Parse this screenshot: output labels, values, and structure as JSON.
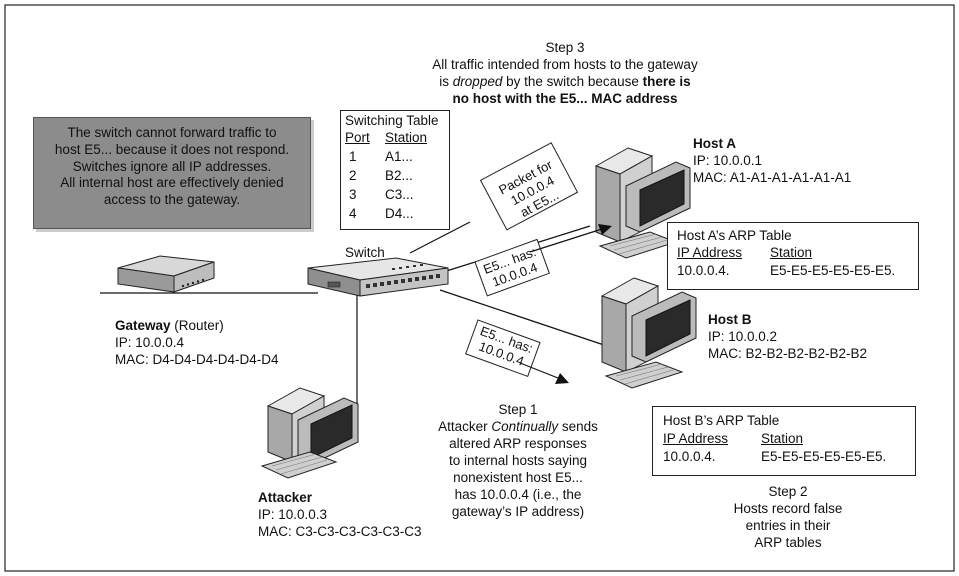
{
  "switch_label": "Switch",
  "step3": {
    "title": "Step 3",
    "line1": "All traffic intended from hosts to the gateway",
    "line2_pre": "is ",
    "line2_italic": "dropped",
    "line2_mid": " by the switch because ",
    "line2_bold": "there is",
    "line3_bold": "no host with the E5... MAC address"
  },
  "note": {
    "lines": [
      "The switch cannot forward traffic to",
      "host E5... because it does not respond.",
      "Switches ignore all IP addresses.",
      "All internal host are effectively denied",
      "access to the gateway."
    ]
  },
  "switching_table": {
    "title": "Switching Table",
    "col_port": "Port",
    "col_station": "Station",
    "rows": [
      {
        "port": "1",
        "station": "A1..."
      },
      {
        "port": "2",
        "station": "B2..."
      },
      {
        "port": "3",
        "station": "C3..."
      },
      {
        "port": "4",
        "station": "D4..."
      }
    ]
  },
  "host_a": {
    "name": "Host A",
    "ip": "IP: 10.0.0.1",
    "mac": "MAC: A1-A1-A1-A1-A1-A1",
    "arp": {
      "title": "Host A’s ARP Table",
      "col_ip": "IP Address",
      "col_station": "Station",
      "ip": "10.0.0.4.",
      "station": "E5-E5-E5-E5-E5-E5."
    }
  },
  "host_b": {
    "name": "Host B",
    "ip": "IP: 10.0.0.2",
    "mac": "MAC: B2-B2-B2-B2-B2-B2",
    "arp": {
      "title": "Host B’s ARP Table",
      "col_ip": "IP Address",
      "col_station": "Station",
      "ip": "10.0.0.4.",
      "station": "E5-E5-E5-E5-E5-E5."
    }
  },
  "gateway": {
    "name": "Gateway",
    "role": " (Router)",
    "ip": "IP: 10.0.0.4",
    "mac": "MAC: D4-D4-D4-D4-D4-D4"
  },
  "attacker": {
    "name": "Attacker",
    "ip": "IP: 10.0.0.3",
    "mac": "MAC: C3-C3-C3-C3-C3-C3"
  },
  "packet_label": {
    "line1": "Packet for",
    "line2": "10.0.0.4",
    "line3": "at E5..."
  },
  "arp_msg_a": {
    "line1": "E5... has:",
    "line2": "10.0.0.4"
  },
  "arp_msg_b": {
    "line1": "E5... has:",
    "line2": "10.0.0.4"
  },
  "step1": {
    "title": "Step 1",
    "line1_pre": "Attacker ",
    "line1_italic": "Continually",
    "line1_post": " sends",
    "lines": [
      "altered ARP responses",
      "to internal hosts saying",
      "nonexistent host E5...",
      "has 10.0.0.4 (i.e., the",
      "gateway’s IP address)"
    ]
  },
  "step2": {
    "title": "Step 2",
    "lines": [
      "Hosts record false",
      "entries in their",
      "ARP tables"
    ]
  }
}
